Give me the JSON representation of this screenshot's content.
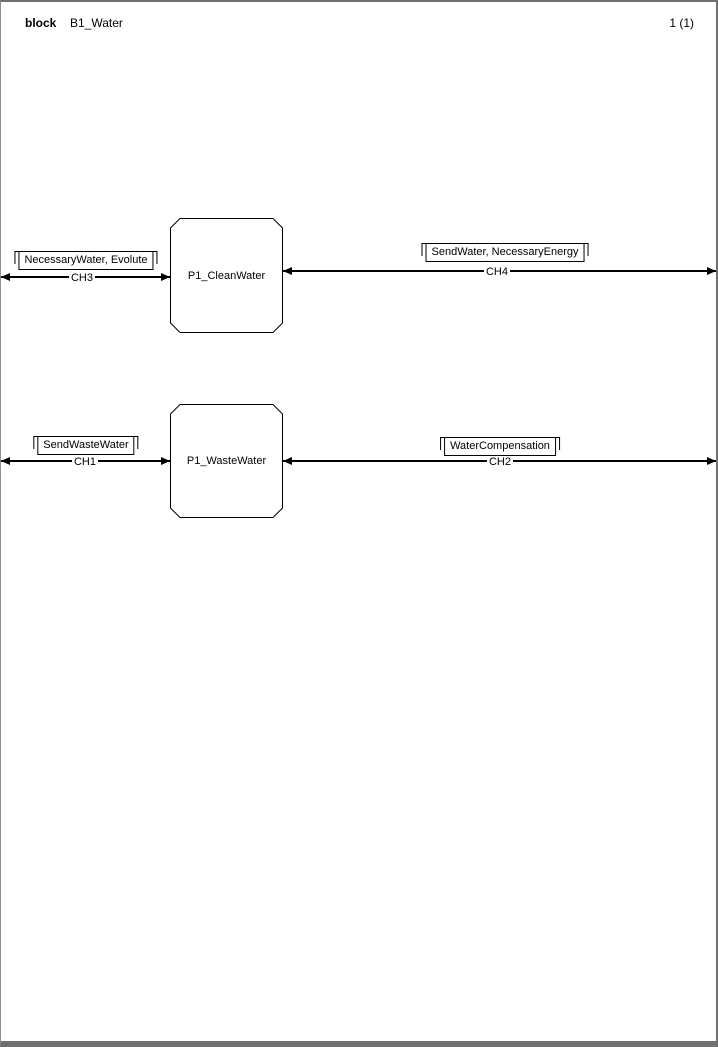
{
  "header": {
    "kind": "block",
    "name": "B1_Water",
    "page": "1 (1)"
  },
  "processes": [
    {
      "name": "P1_CleanWater"
    },
    {
      "name": "P1_WasteWater"
    }
  ],
  "channels": [
    {
      "name": "CH1",
      "signals": "SendWasteWater"
    },
    {
      "name": "CH2",
      "signals": "WaterCompensation"
    },
    {
      "name": "CH3",
      "signals": "NecessaryWater, Evolute"
    },
    {
      "name": "CH4",
      "signals": "SendWater, NecessaryEnergy"
    }
  ],
  "colors": {
    "line": "#000000",
    "frame": "#6f6f6f",
    "background": "#ffffff"
  }
}
